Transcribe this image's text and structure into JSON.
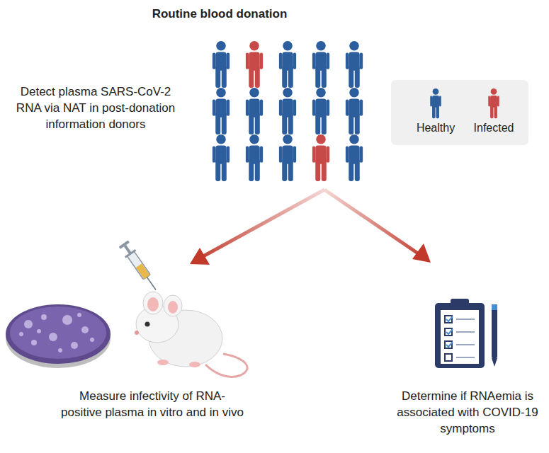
{
  "diagram": {
    "title": "Routine blood donation",
    "labels": [
      "Detect plasma SARS-CoV-2 RNA via NAT in post-donation information donors",
      "Measure infectivity of RNA-positive plasma in vitro and in vivo",
      "Determine if RNAemia is associated with COVID-19 symptoms"
    ],
    "legend": [
      {
        "text": "Healthy",
        "color": "#2c5d9c"
      },
      {
        "text": "Infected",
        "color": "#c84a48"
      }
    ]
  }
}
